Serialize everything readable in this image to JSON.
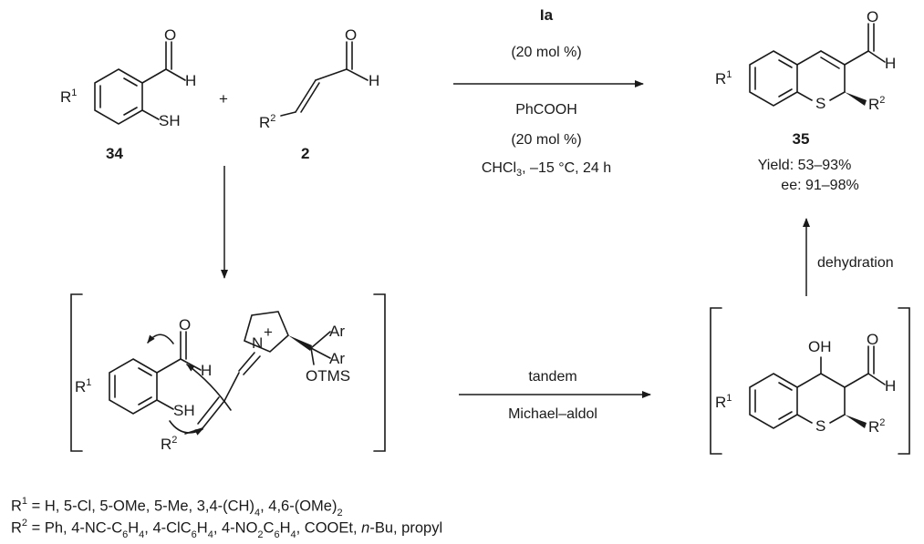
{
  "compounds": {
    "c34": "34",
    "c2": "2",
    "c35": "35"
  },
  "atoms": {
    "O": "O",
    "H": "H",
    "S": "S",
    "SH": "SH",
    "OH": "OH",
    "Ar": "Ar",
    "N": "N",
    "plus_charge": "+",
    "OTMS": "OTMS",
    "R1_letter": "R",
    "R1_sup": "1",
    "R2_letter": "R",
    "R2_sup": "2"
  },
  "plus_sign": "+",
  "reaction": {
    "catalyst": "Ia",
    "catalyst_loading": "(20 mol %)",
    "additive": "PhCOOH",
    "additive_loading": "(20 mol %)",
    "solvent_pre": "CHCl",
    "solvent_sub": "3",
    "solvent_post": ", –15 °C, 24 h"
  },
  "results": {
    "yield": "Yield: 53–93%",
    "ee": "ee: 91–98%"
  },
  "steps": {
    "dehydration": "dehydration",
    "tandem": "tandem",
    "michael_aldol": "Michael–aldol"
  },
  "legend": {
    "r1": {
      "label": "R",
      "sup": "1",
      "text_a": " = H, 5-Cl, 5-OMe, 5-Me, 3,4-(CH)",
      "sub_a": "4",
      "text_b": ", 4,6-(OMe)",
      "sub_b": "2"
    },
    "r2": {
      "label": "R",
      "sup": "2",
      "t1": " = Ph, 4-NC-C",
      "s1": "6",
      "t2": "H",
      "s2": "4",
      "t3": ", 4-ClC",
      "s3": "6",
      "t4": "H",
      "s4": "4",
      "t5": ", 4-NO",
      "s5": "2",
      "t6": "C",
      "s6": "6",
      "t7": "H",
      "s7": "4",
      "t8": ", COOEt, ",
      "italic": "n",
      "t9": "-Bu, propyl"
    }
  }
}
